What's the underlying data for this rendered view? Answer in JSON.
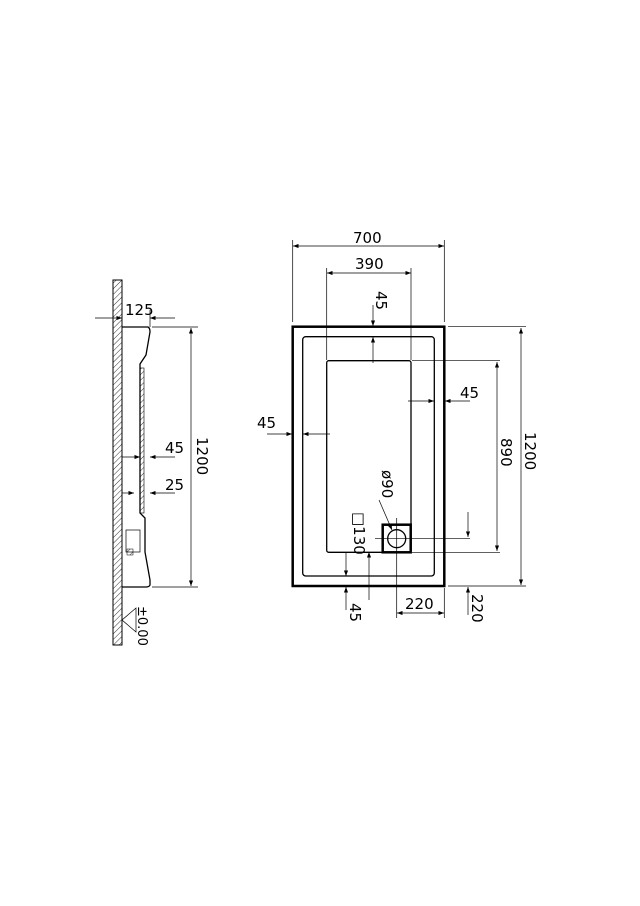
{
  "side_view": {
    "dims": {
      "depth": "125",
      "rim": "45",
      "base": "25",
      "length": "1200",
      "floor_level": "±0.00"
    }
  },
  "plan_view": {
    "dims": {
      "width": "700",
      "inner_width": "390",
      "top_border": "45",
      "left_border": "45",
      "right_border": "45",
      "bottom_border": "45",
      "inner_length": "890",
      "length": "1200",
      "drain_offset_x": "220",
      "drain_offset_y": "220",
      "drain_diameter": "ø90",
      "drain_box": "□130"
    }
  }
}
